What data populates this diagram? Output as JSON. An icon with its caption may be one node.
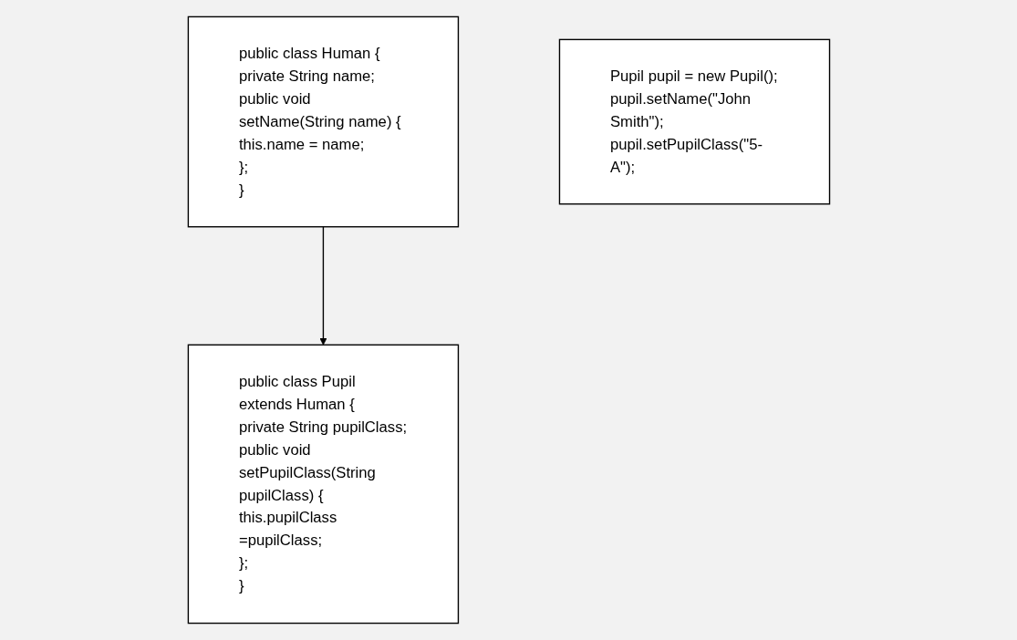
{
  "diagram": {
    "nodes": [
      {
        "text": [
          "public class Human {",
          "private String name;",
          "public void setName(String name) {",
          "this.name = name;",
          "};",
          "}"
        ]
      },
      {
        "text": [
          "public class Pupil extends Human {",
          "private String pupilClass;",
          "public void setPupilClass(String pupilClass) {",
          "this.pupilClass =pupilClass;",
          "};",
          "}"
        ]
      },
      {
        "text": [
          "Pupil pupil = new Pupil();",
          "pupil.setName(\"John Smith\");",
          "pupil.setPupilClass(\"5-A\");"
        ]
      }
    ],
    "edges": [
      {
        "from": 0,
        "to": 1,
        "arrow": "to"
      }
    ]
  }
}
